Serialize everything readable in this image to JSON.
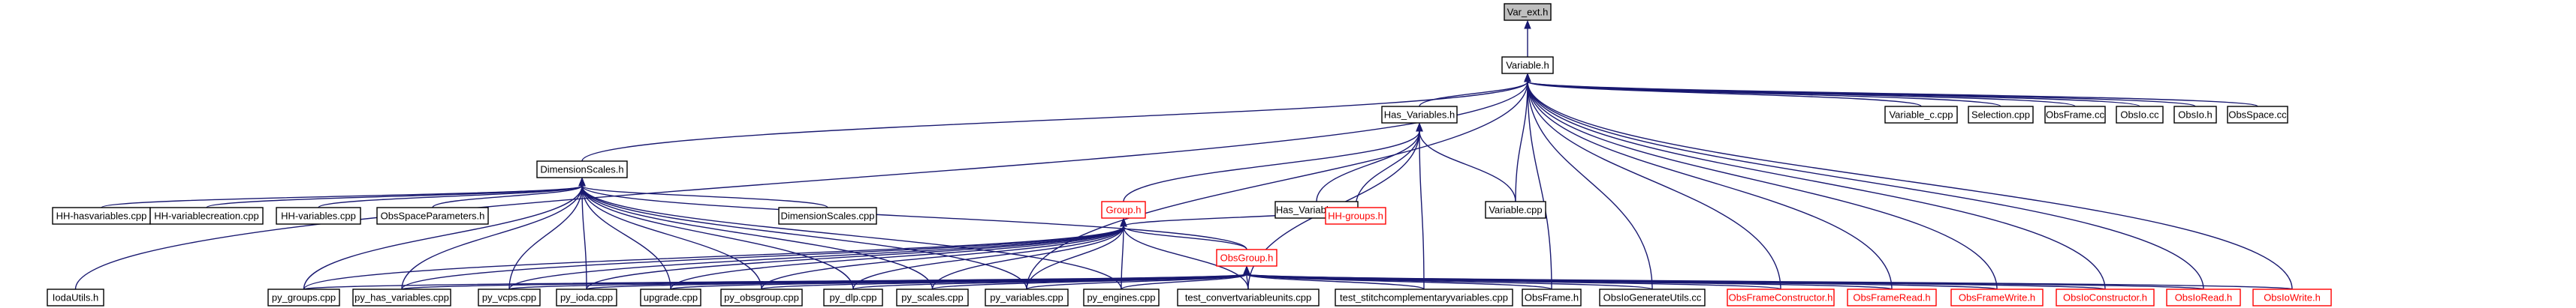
{
  "graph": {
    "colors": {
      "edge": "#191970",
      "node_border": "#000000",
      "root_fill": "#bfbfbf",
      "truncated_border": "#ff0000",
      "node_fill": "#ffffff"
    },
    "nodes": [
      {
        "id": "varext",
        "label": "Var_ext.h",
        "style": "root"
      },
      {
        "id": "variable",
        "label": "Variable.h",
        "style": "normal"
      },
      {
        "id": "hasvars",
        "label": "Has_Variables.h",
        "style": "normal"
      },
      {
        "id": "dimscales",
        "label": "DimensionScales.h",
        "style": "normal"
      },
      {
        "id": "group",
        "label": "Group.h",
        "style": "truncated"
      },
      {
        "id": "hasvarscpp",
        "label": "Has_Variables.cpp",
        "style": "normal"
      },
      {
        "id": "variablecpp",
        "label": "Variable.cpp",
        "style": "normal"
      },
      {
        "id": "variablec",
        "label": "Variable_c.cpp",
        "style": "normal"
      },
      {
        "id": "selection",
        "label": "Selection.cpp",
        "style": "normal"
      },
      {
        "id": "obsframecc",
        "label": "ObsFrame.cc",
        "style": "normal"
      },
      {
        "id": "obsiocc",
        "label": "ObsIo.cc",
        "style": "normal"
      },
      {
        "id": "obsioh",
        "label": "ObsIo.h",
        "style": "normal"
      },
      {
        "id": "obsspacecc",
        "label": "ObsSpace.cc",
        "style": "normal"
      },
      {
        "id": "hhhasvars",
        "label": "HH-hasvariables.cpp",
        "style": "normal"
      },
      {
        "id": "hhvarcreate",
        "label": "HH-variablecreation.cpp",
        "style": "normal"
      },
      {
        "id": "hhvars",
        "label": "HH-variables.cpp",
        "style": "normal"
      },
      {
        "id": "obsspaceparams",
        "label": "ObsSpaceParameters.h",
        "style": "normal"
      },
      {
        "id": "dimscalescpp",
        "label": "DimensionScales.cpp",
        "style": "normal"
      },
      {
        "id": "obsgroup",
        "label": "ObsGroup.h",
        "style": "truncated"
      },
      {
        "id": "hhgroups",
        "label": "HH-groups.h",
        "style": "truncated"
      },
      {
        "id": "iodautils",
        "label": "IodaUtils.h",
        "style": "normal"
      },
      {
        "id": "pygroups",
        "label": "py_groups.cpp",
        "style": "normal"
      },
      {
        "id": "pyhasvars",
        "label": "py_has_variables.cpp",
        "style": "normal"
      },
      {
        "id": "pyvcps",
        "label": "py_vcps.cpp",
        "style": "normal"
      },
      {
        "id": "pyioda",
        "label": "py_ioda.cpp",
        "style": "normal"
      },
      {
        "id": "upgrade",
        "label": "upgrade.cpp",
        "style": "normal"
      },
      {
        "id": "pyobsgroup",
        "label": "py_obsgroup.cpp",
        "style": "normal"
      },
      {
        "id": "pydlp",
        "label": "py_dlp.cpp",
        "style": "normal"
      },
      {
        "id": "pyscales",
        "label": "py_scales.cpp",
        "style": "normal"
      },
      {
        "id": "pyvariables",
        "label": "py_variables.cpp",
        "style": "normal"
      },
      {
        "id": "pyengines",
        "label": "py_engines.cpp",
        "style": "normal"
      },
      {
        "id": "testconvert",
        "label": "test_convertvariableunits.cpp",
        "style": "normal"
      },
      {
        "id": "teststitch",
        "label": "test_stitchcomplementaryvariables.cpp",
        "style": "normal"
      },
      {
        "id": "obsframeh",
        "label": "ObsFrame.h",
        "style": "normal"
      },
      {
        "id": "obsiogenutils",
        "label": "ObsIoGenerateUtils.cc",
        "style": "normal"
      },
      {
        "id": "obsframeconstructor",
        "label": "ObsFrameConstructor.h",
        "style": "truncated"
      },
      {
        "id": "obsframeread",
        "label": "ObsFrameRead.h",
        "style": "truncated"
      },
      {
        "id": "obsframewrite",
        "label": "ObsFrameWrite.h",
        "style": "truncated"
      },
      {
        "id": "obsioconstructor",
        "label": "ObsIoConstructor.h",
        "style": "truncated"
      },
      {
        "id": "obsioread",
        "label": "ObsIoRead.h",
        "style": "truncated"
      },
      {
        "id": "obsiowrite",
        "label": "ObsIoWrite.h",
        "style": "truncated"
      }
    ],
    "edges": [
      [
        "variable",
        "varext"
      ],
      [
        "hasvars",
        "variable"
      ],
      [
        "dimscales",
        "variable"
      ],
      [
        "variablecpp",
        "variable"
      ],
      [
        "variablec",
        "variable"
      ],
      [
        "selection",
        "variable"
      ],
      [
        "obsframecc",
        "variable"
      ],
      [
        "obsiocc",
        "variable"
      ],
      [
        "obsioh",
        "variable"
      ],
      [
        "obsspacecc",
        "variable"
      ],
      [
        "iodautils",
        "variable"
      ],
      [
        "pyvariables",
        "variable"
      ],
      [
        "obsframeh",
        "variable"
      ],
      [
        "obsiogenutils",
        "variable"
      ],
      [
        "obsframeconstructor",
        "variable"
      ],
      [
        "obsframeread",
        "variable"
      ],
      [
        "obsframewrite",
        "variable"
      ],
      [
        "obsioconstructor",
        "variable"
      ],
      [
        "obsioread",
        "variable"
      ],
      [
        "obsiowrite",
        "variable"
      ],
      [
        "group",
        "hasvars"
      ],
      [
        "hasvarscpp",
        "hasvars"
      ],
      [
        "variablecpp",
        "hasvars"
      ],
      [
        "hhgroups",
        "hasvars"
      ],
      [
        "testconvert",
        "hasvars"
      ],
      [
        "teststitch",
        "hasvars"
      ],
      [
        "hhhasvars",
        "dimscales"
      ],
      [
        "hhvarcreate",
        "dimscales"
      ],
      [
        "hhvars",
        "dimscales"
      ],
      [
        "obsspaceparams",
        "dimscales"
      ],
      [
        "dimscalescpp",
        "dimscales"
      ],
      [
        "obsgroup",
        "dimscales"
      ],
      [
        "pygroups",
        "dimscales"
      ],
      [
        "pyhasvars",
        "dimscales"
      ],
      [
        "pyvcps",
        "dimscales"
      ],
      [
        "pyioda",
        "dimscales"
      ],
      [
        "upgrade",
        "dimscales"
      ],
      [
        "pyobsgroup",
        "dimscales"
      ],
      [
        "pydlp",
        "dimscales"
      ],
      [
        "pyscales",
        "dimscales"
      ],
      [
        "pyvariables",
        "dimscales"
      ],
      [
        "pyengines",
        "dimscales"
      ],
      [
        "obsgroup",
        "group"
      ],
      [
        "hhgroups",
        "group"
      ],
      [
        "pygroups",
        "group"
      ],
      [
        "pyhasvars",
        "group"
      ],
      [
        "pyvcps",
        "group"
      ],
      [
        "pyioda",
        "group"
      ],
      [
        "upgrade",
        "group"
      ],
      [
        "pyobsgroup",
        "group"
      ],
      [
        "pydlp",
        "group"
      ],
      [
        "pyscales",
        "group"
      ],
      [
        "pyvariables",
        "group"
      ],
      [
        "pyengines",
        "group"
      ],
      [
        "testconvert",
        "group"
      ],
      [
        "pygroups",
        "obsgroup"
      ],
      [
        "pyhasvars",
        "obsgroup"
      ],
      [
        "pyvcps",
        "obsgroup"
      ],
      [
        "pyioda",
        "obsgroup"
      ],
      [
        "upgrade",
        "obsgroup"
      ],
      [
        "pyobsgroup",
        "obsgroup"
      ],
      [
        "pydlp",
        "obsgroup"
      ],
      [
        "pyscales",
        "obsgroup"
      ],
      [
        "pyvariables",
        "obsgroup"
      ],
      [
        "pyengines",
        "obsgroup"
      ],
      [
        "testconvert",
        "obsgroup"
      ],
      [
        "teststitch",
        "obsgroup"
      ],
      [
        "obsframeh",
        "obsgroup"
      ],
      [
        "obsiogenutils",
        "obsgroup"
      ],
      [
        "obsframeconstructor",
        "obsgroup"
      ],
      [
        "obsframeread",
        "obsgroup"
      ],
      [
        "obsframewrite",
        "obsgroup"
      ],
      [
        "obsioconstructor",
        "obsgroup"
      ],
      [
        "obsioread",
        "obsgroup"
      ],
      [
        "obsiowrite",
        "obsgroup"
      ]
    ]
  }
}
